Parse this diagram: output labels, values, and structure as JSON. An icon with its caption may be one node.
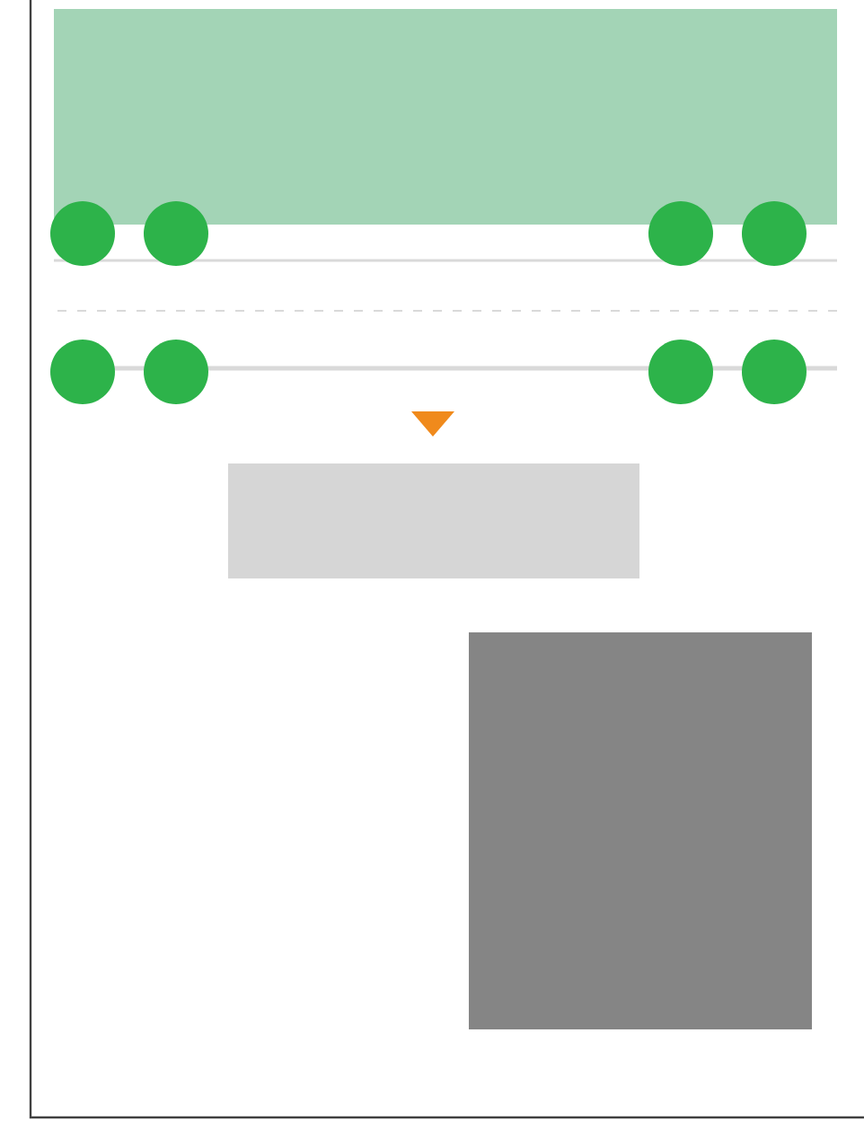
{
  "diagram": {
    "nodes": [
      {
        "text": [],
        "shape": "box"
      },
      {
        "text": [],
        "shape": "circle"
      },
      {
        "text": [],
        "shape": "circle"
      },
      {
        "text": [],
        "shape": "circle"
      },
      {
        "text": [],
        "shape": "circle"
      },
      {
        "text": [],
        "shape": "circle"
      },
      {
        "text": [],
        "shape": "circle"
      },
      {
        "text": [],
        "shape": "circle"
      },
      {
        "text": [],
        "shape": "circle"
      },
      {
        "text": [],
        "shape": "box"
      },
      {
        "text": [],
        "shape": "box"
      }
    ]
  }
}
